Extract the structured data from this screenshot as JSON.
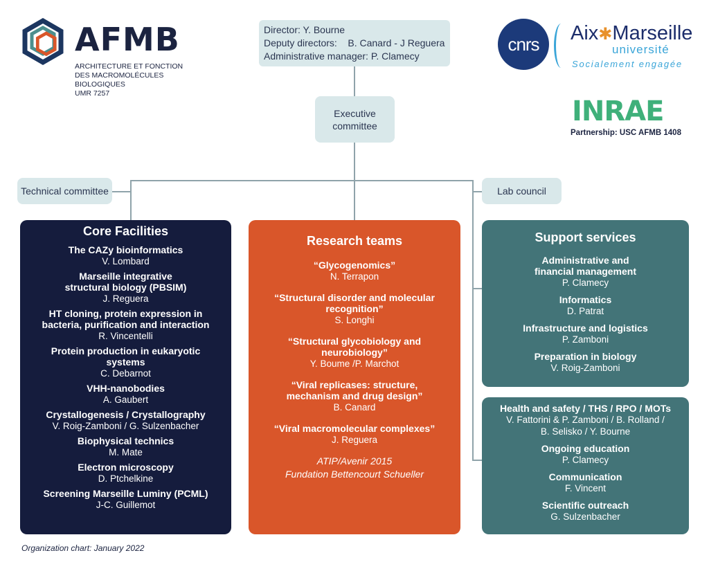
{
  "afmb": {
    "name": "AFMB",
    "subtitle_lines": [
      "ARCHITECTURE ET FONCTION",
      "DES MACROMOLÉCULES",
      "BIOLOGIQUES",
      "UMR 7257"
    ]
  },
  "direction": {
    "director": "Director: Y. Bourne",
    "deputy": "Deputy directors:    B. Canard - J Reguera",
    "admin": "Administrative manager: P. Clamecy"
  },
  "cnrs_logo": "cnrs",
  "amu": {
    "name_left": "Aix",
    "name_right": "Marseille",
    "universite": "université",
    "tagline": "Socialement engagée"
  },
  "inrae": {
    "name": "INRAE",
    "partnership": "Partnership: USC AFMB 1408"
  },
  "executive": {
    "line1": "Executive",
    "line2": "committee"
  },
  "technical": "Technical committee",
  "labcouncil": "Lab council",
  "core": {
    "title": "Core Facilities",
    "items": [
      {
        "title": "The CAZy bioinformatics",
        "name": "V. Lombard"
      },
      {
        "title": "Marseille integrative\nstructural biology (PBSIM)",
        "name": "J. Reguera"
      },
      {
        "title": "HT cloning, protein expression in\nbacteria, purification and interaction",
        "name": "R. Vincentelli"
      },
      {
        "title": "Protein production in eukaryotic\nsystems",
        "name": "C. Debarnot"
      },
      {
        "title": "VHH-nanobodies",
        "name": "A. Gaubert"
      },
      {
        "title": "Crystallogenesis / Crystallography",
        "name": "V. Roig-Zamboni / G. Sulzenbacher"
      },
      {
        "title": "Biophysical technics",
        "name": "M. Mate"
      },
      {
        "title": "Electron microscopy",
        "name": "D. Ptchelkine"
      },
      {
        "title": "Screening Marseille Luminy (PCML)",
        "name": "J-C. Guillemot"
      }
    ]
  },
  "research": {
    "title": "Research teams",
    "items": [
      {
        "title": "“Glycogenomics”",
        "name": "N. Terrapon"
      },
      {
        "title": "“Structural disorder and molecular\nrecognition”",
        "name": "S. Longhi"
      },
      {
        "title": "“Structural glycobiology and\nneurobiology”",
        "name": "Y. Boume /P. Marchot"
      },
      {
        "title": "“Viral replicases: structure,\nmechanism and drug design”",
        "name": "B. Canard"
      },
      {
        "title": "“Viral macromolecular complexes”",
        "name": "J. Reguera"
      }
    ],
    "note1": "ATIP/Avenir 2015",
    "note2": "Fundation Bettencourt Schueller"
  },
  "support": {
    "title": "Support services",
    "items": [
      {
        "title": "Administrative and\nfinancial management",
        "name": "P. Clamecy"
      },
      {
        "title": "Informatics",
        "name": "D. Patrat"
      },
      {
        "title": "Infrastructure and logistics",
        "name": "P. Zamboni"
      },
      {
        "title": "Preparation in biology",
        "name": "V. Roig-Zamboni"
      }
    ]
  },
  "health": {
    "items": [
      {
        "title": "Health and safety / THS / RPO / MOTs",
        "name": "V. Fattorini  & P. Zamboni / B. Rolland /\nB. Selisko / Y. Bourne"
      },
      {
        "title": "Ongoing education",
        "name": "P. Clamecy"
      },
      {
        "title": "Communication",
        "name": "F. Vincent"
      },
      {
        "title": "Scientific outreach",
        "name": "G. Sulzenbacher"
      }
    ]
  },
  "footer": "Organization chart: January 2022",
  "colors": {
    "navy": "#151c3d",
    "orange": "#d9562a",
    "teal": "#437478",
    "pill": "#d9e8ea",
    "line": "#8fa3aa",
    "inrae_green": "#3fb07a",
    "cnrs_blue": "#1c3a7a",
    "amu_blue": "#1c2d6b",
    "amu_cyan": "#3aa5d8",
    "amu_star": "#e8912c"
  }
}
